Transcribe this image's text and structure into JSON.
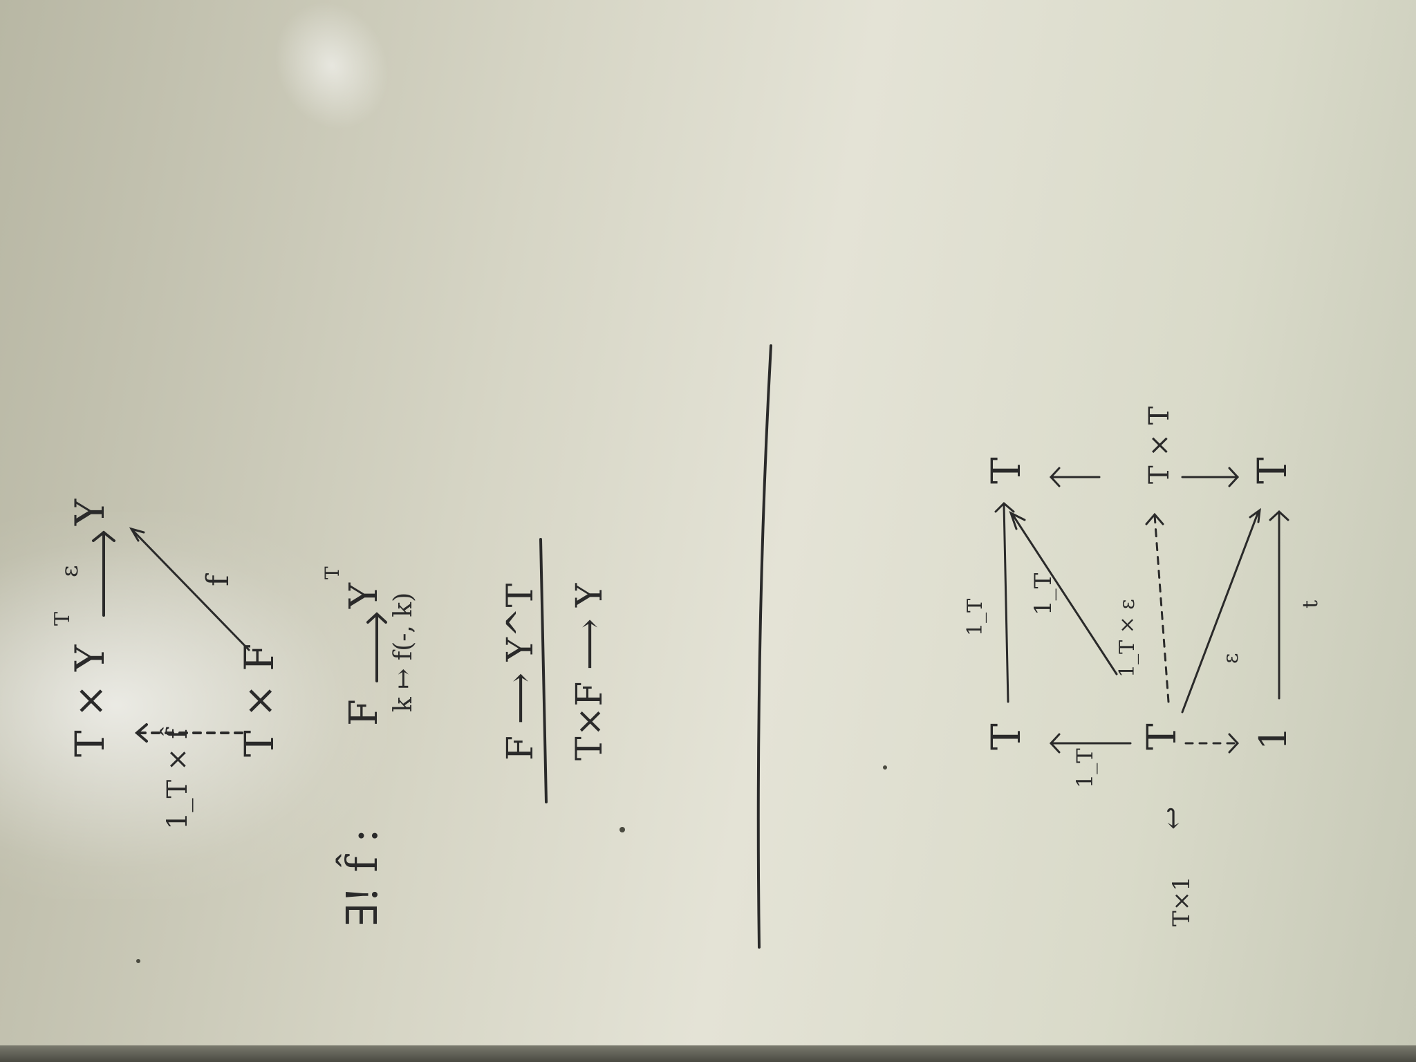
{
  "whiteboard": {
    "section1": {
      "top_row": {
        "left": "T × Y",
        "exp": "T",
        "eps": "ε",
        "right": "Y"
      },
      "bottom_left": "T × F",
      "vert_label": "1_T × f̂",
      "diag_label": "f",
      "exists": {
        "prefix": "∃! f̂ :",
        "F": "F",
        "Y": "Y",
        "exp": "T"
      },
      "mapsto": "k ↦ f(-, k)"
    },
    "section2": {
      "numerator": "F ⟶ Y^T",
      "denominator": "T×F ⟶ Y"
    },
    "section3": {
      "left_corner": "T×1",
      "left_arrow": "↩",
      "T_left": "T",
      "T_mid": "T",
      "T_right": "T",
      "label_1T_top": "1_T",
      "label_1T_left": "1_T",
      "label_1T_diag": "1_T",
      "label_1T_eps": "1_T × ε",
      "one": "1",
      "TxT": "T × T",
      "T_bottom": "T",
      "eps_label": "ε",
      "t_label": "t"
    }
  }
}
